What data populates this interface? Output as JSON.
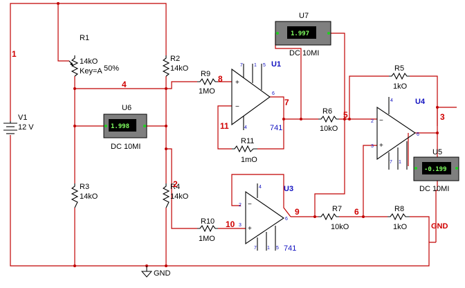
{
  "components": {
    "V1": {
      "ref": "V1",
      "value": "12 V"
    },
    "R1": {
      "ref": "R1",
      "value": "14kO",
      "key": "Key=A",
      "setting": "50%"
    },
    "R2": {
      "ref": "R2",
      "value": "14kO"
    },
    "R3": {
      "ref": "R3",
      "value": "14kO"
    },
    "R4": {
      "ref": "R4",
      "value": "14kO"
    },
    "R5": {
      "ref": "R5",
      "value": "1kO"
    },
    "R6": {
      "ref": "R6",
      "value": "10kO"
    },
    "R7": {
      "ref": "R7",
      "value": "10kO"
    },
    "R8": {
      "ref": "R8",
      "value": "1kO"
    },
    "R9": {
      "ref": "R9",
      "value": "1MO"
    },
    "R10": {
      "ref": "R10",
      "value": "1MO"
    },
    "R11": {
      "ref": "R11",
      "value": "1mO"
    },
    "U1": {
      "ref": "U1",
      "model": "741"
    },
    "U3": {
      "ref": "U3",
      "model": "741"
    },
    "U4": {
      "ref": "U4"
    },
    "U5": {
      "ref": "U5",
      "reading": "-0.199",
      "mode": "DC 10MI"
    },
    "U6": {
      "ref": "U6",
      "reading": "1.998",
      "mode": "DC 10MI"
    },
    "U7": {
      "ref": "U7",
      "reading": "1.997",
      "mode": "DC 10MI"
    }
  },
  "nets": [
    "1",
    "2",
    "3",
    "4",
    "5",
    "6",
    "7",
    "8",
    "9",
    "10",
    "11"
  ],
  "ground_labels": [
    "GND",
    "GND"
  ],
  "pin_numbers": {
    "p2": "2",
    "p3": "3",
    "p4": "4",
    "p5": "5",
    "p6": "6",
    "p7": "7",
    "p1": "1"
  },
  "colors": {
    "wire": "#c00000",
    "component": "#000000",
    "opamp_label": "#1010c0",
    "lcd_text": "#80ff60",
    "lcd_bg": "#000000",
    "meter_body": "#7f7f7f"
  }
}
